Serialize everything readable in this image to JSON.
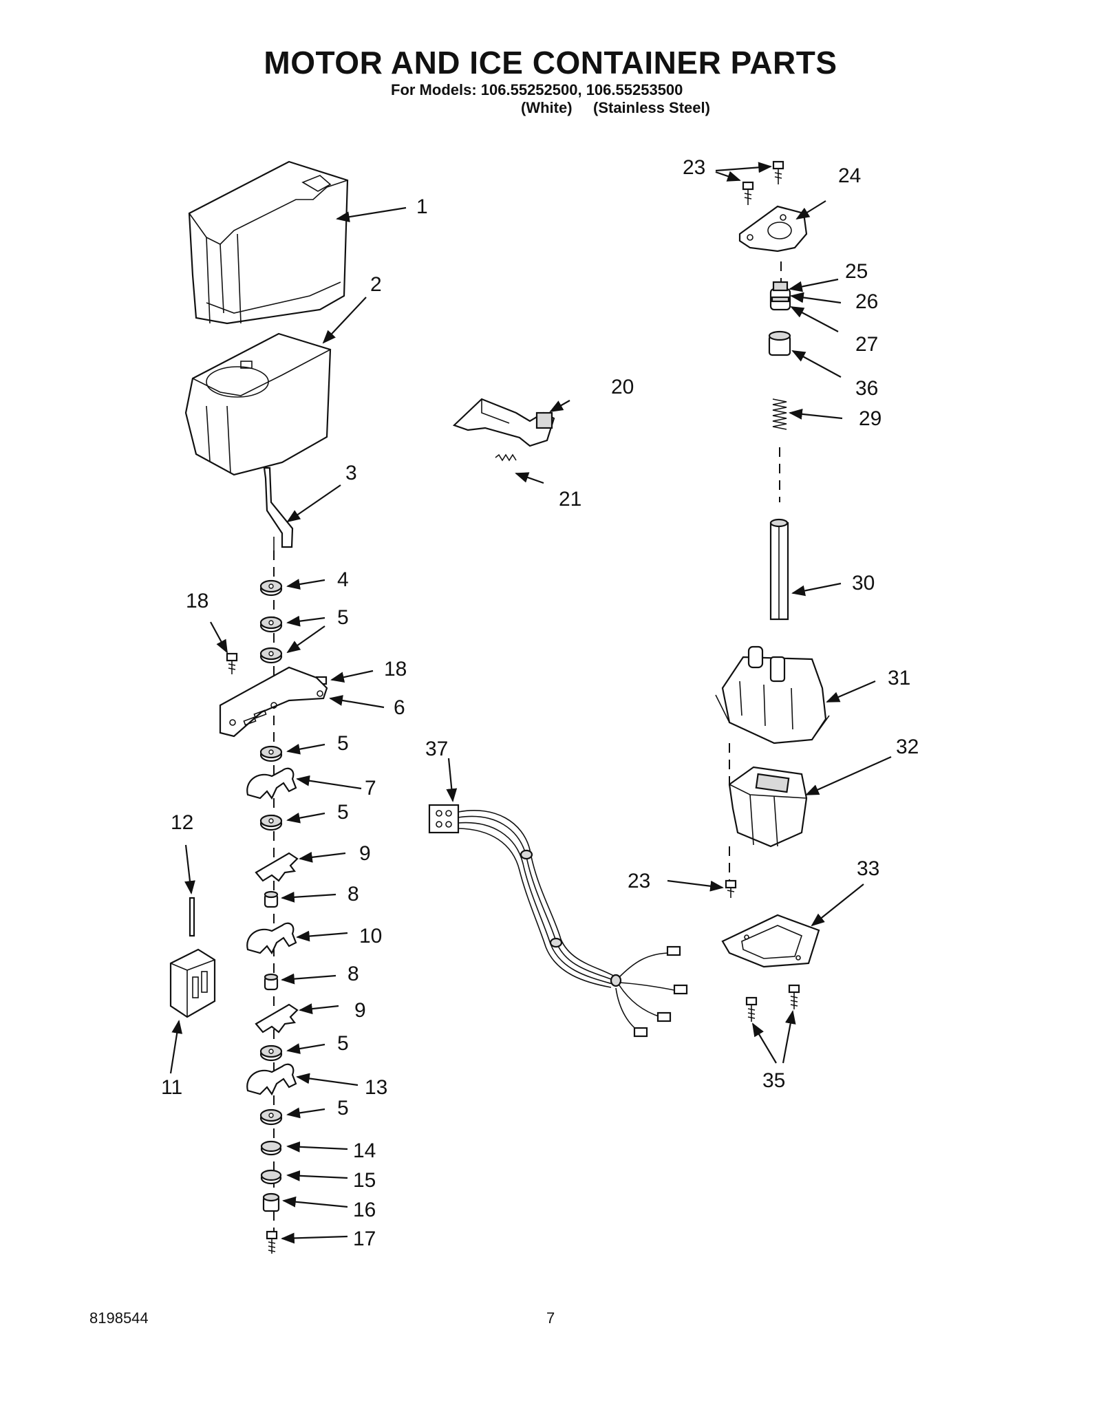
{
  "header": {
    "title": "MOTOR AND ICE CONTAINER PARTS",
    "models_line": "For Models: 106.55252500, 106.55253500",
    "finish_white": "(White)",
    "finish_stainless": "(Stainless Steel)"
  },
  "footer": {
    "doc_number": "8198544",
    "page_number": "7"
  },
  "callouts": {
    "c1": "1",
    "c2": "2",
    "c3": "3",
    "c4": "4",
    "c5a": "5",
    "c5b": "5",
    "c5c": "5",
    "c5d": "5",
    "c5e": "5",
    "c6": "6",
    "c7": "7",
    "c8a": "8",
    "c8b": "8",
    "c9a": "9",
    "c9b": "9",
    "c10": "10",
    "c11": "11",
    "c12": "12",
    "c13": "13",
    "c14": "14",
    "c15": "15",
    "c16": "16",
    "c17": "17",
    "c18a": "18",
    "c18b": "18",
    "c20": "20",
    "c21": "21",
    "c23a": "23",
    "c23b": "23",
    "c24": "24",
    "c25": "25",
    "c26": "26",
    "c27": "27",
    "c29": "29",
    "c30": "30",
    "c31": "31",
    "c32": "32",
    "c33": "33",
    "c35": "35",
    "c36": "36",
    "c37": "37"
  }
}
